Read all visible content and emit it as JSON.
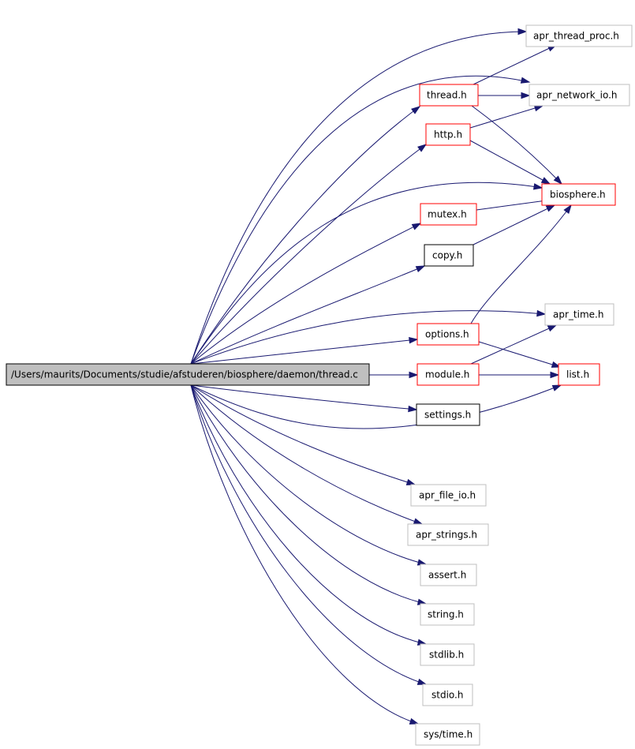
{
  "colors": {
    "edge": "#191970",
    "root_fill": "#bfbfbf",
    "red_border": "#ff0000",
    "black_border": "#000000",
    "gray_border": "#bfbfbf"
  },
  "nodes": {
    "thread_c": "/Users/maurits/Documents/studie/afstuderen/biosphere/daemon/thread.c",
    "apr_thread_proc_h": "apr_thread_proc.h",
    "thread_h": "thread.h",
    "apr_network_io_h": "apr_network_io.h",
    "http_h": "http.h",
    "biosphere_h": "biosphere.h",
    "mutex_h": "mutex.h",
    "copy_h": "copy.h",
    "apr_time_h": "apr_time.h",
    "options_h": "options.h",
    "module_h": "module.h",
    "list_h": "list.h",
    "settings_h": "settings.h",
    "apr_file_io_h": "apr_file_io.h",
    "apr_strings_h": "apr_strings.h",
    "assert_h": "assert.h",
    "string_h": "string.h",
    "stdlib_h": "stdlib.h",
    "stdio_h": "stdio.h",
    "sys_time_h": "sys/time.h"
  },
  "edges": [
    [
      "thread_c",
      "apr_thread_proc_h"
    ],
    [
      "thread_c",
      "apr_network_io_h"
    ],
    [
      "thread_c",
      "thread_h"
    ],
    [
      "thread_c",
      "http_h"
    ],
    [
      "thread_c",
      "biosphere_h"
    ],
    [
      "thread_c",
      "mutex_h"
    ],
    [
      "thread_c",
      "copy_h"
    ],
    [
      "thread_c",
      "apr_time_h"
    ],
    [
      "thread_c",
      "options_h"
    ],
    [
      "thread_c",
      "module_h"
    ],
    [
      "thread_c",
      "settings_h"
    ],
    [
      "thread_c",
      "list_h"
    ],
    [
      "thread_c",
      "apr_file_io_h"
    ],
    [
      "thread_c",
      "apr_strings_h"
    ],
    [
      "thread_c",
      "assert_h"
    ],
    [
      "thread_c",
      "string_h"
    ],
    [
      "thread_c",
      "stdlib_h"
    ],
    [
      "thread_c",
      "stdio_h"
    ],
    [
      "thread_c",
      "sys_time_h"
    ],
    [
      "thread_h",
      "apr_thread_proc_h"
    ],
    [
      "thread_h",
      "apr_network_io_h"
    ],
    [
      "thread_h",
      "biosphere_h"
    ],
    [
      "http_h",
      "apr_network_io_h"
    ],
    [
      "http_h",
      "biosphere_h"
    ],
    [
      "mutex_h",
      "biosphere_h"
    ],
    [
      "copy_h",
      "biosphere_h"
    ],
    [
      "options_h",
      "biosphere_h"
    ],
    [
      "options_h",
      "list_h"
    ],
    [
      "module_h",
      "apr_time_h"
    ],
    [
      "module_h",
      "list_h"
    ]
  ]
}
